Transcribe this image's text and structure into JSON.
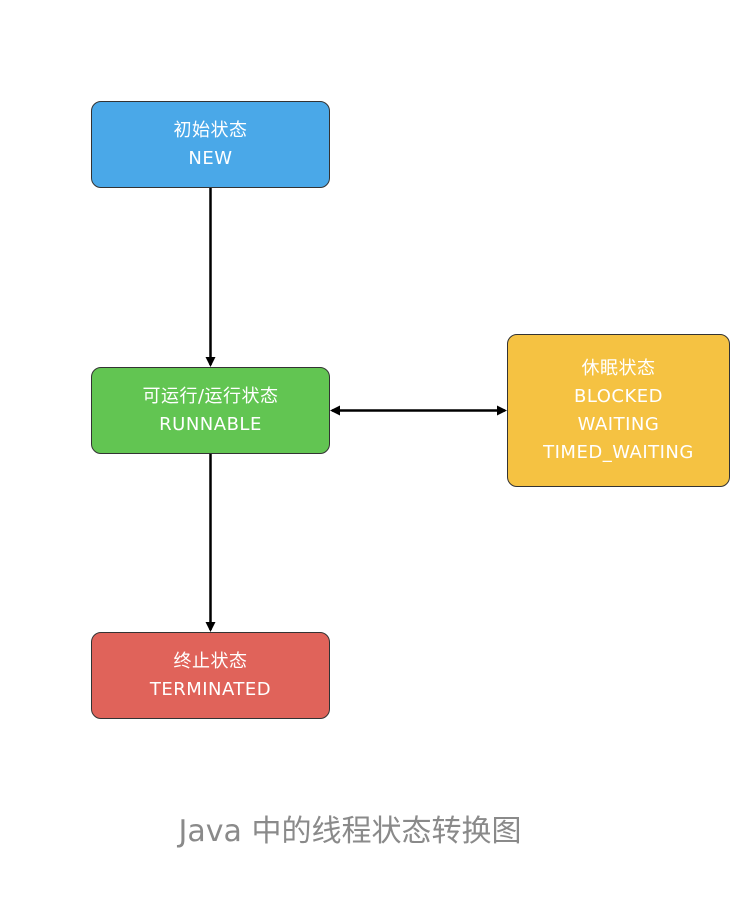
{
  "nodes": {
    "new": {
      "label_zh": "初始状态",
      "label_en": "NEW",
      "color": "#4aa8e8"
    },
    "runnable": {
      "label_zh": "可运行/运行状态",
      "label_en": "RUNNABLE",
      "color": "#62c552"
    },
    "blocked": {
      "label_zh": "休眠状态",
      "label_en": [
        "BLOCKED",
        "WAITING",
        "TIMED_WAITING"
      ],
      "color": "#f5c242"
    },
    "terminated": {
      "label_zh": "终止状态",
      "label_en": "TERMINATED",
      "color": "#e0635a"
    }
  },
  "edges": [
    {
      "from": "new",
      "to": "runnable",
      "direction": "forward"
    },
    {
      "from": "runnable",
      "to": "blocked",
      "direction": "both"
    },
    {
      "from": "runnable",
      "to": "terminated",
      "direction": "forward"
    }
  ],
  "caption": "Java 中的线程状态转换图"
}
